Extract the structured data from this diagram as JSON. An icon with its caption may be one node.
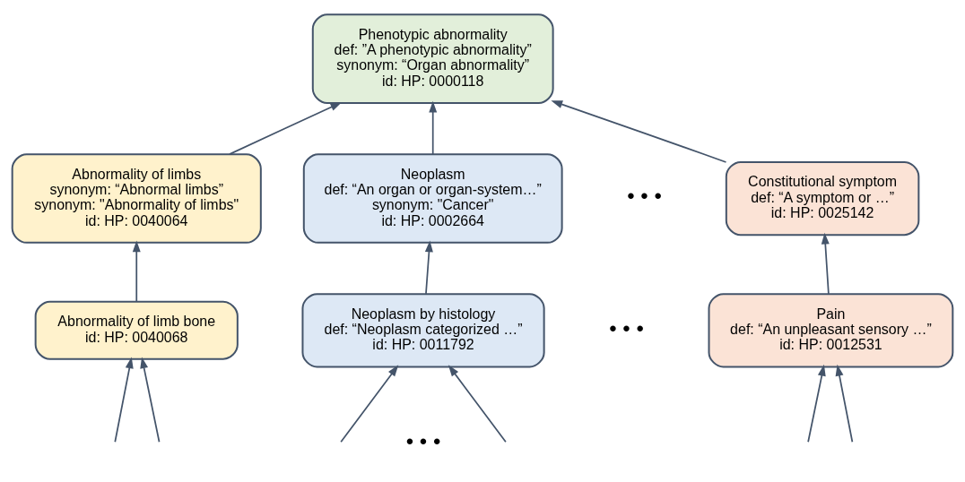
{
  "diagram": {
    "nodes": [
      {
        "text": [
          "Phenotypic abnormality",
          "def: ”A phenotypic abnormality”",
          "synonym: “Organ abnormality”",
          "id: HP: 0000118"
        ]
      },
      {
        "text": [
          "Abnormality of limbs",
          "synonym: “Abnormal limbs”",
          "synonym: \"Abnormality of limbs\"",
          "id: HP: 0040064"
        ]
      },
      {
        "text": [
          "Neoplasm",
          "def: “An organ or organ-system…”",
          "synonym: \"Cancer\"",
          "id: HP: 0002664"
        ]
      },
      {
        "text": [
          "Constitutional symptom",
          "def: “A symptom or …”",
          "id: HP: 0025142"
        ]
      },
      {
        "text": [
          "Abnormality of limb bone",
          "id: HP: 0040068"
        ]
      },
      {
        "text": [
          "Neoplasm by histology",
          "def: “Neoplasm categorized …”",
          "id: HP: 0011792"
        ]
      },
      {
        "text": [
          "Pain",
          "def: “An unpleasant sensory …”",
          "id: HP: 0012531"
        ]
      }
    ],
    "edges": [
      {
        "from": 1,
        "to": 0,
        "arrow": "to"
      },
      {
        "from": 2,
        "to": 0,
        "arrow": "to"
      },
      {
        "from": 3,
        "to": 0,
        "arrow": "to"
      },
      {
        "from": 4,
        "to": 1,
        "arrow": "to"
      },
      {
        "from": 5,
        "to": 2,
        "arrow": "to"
      },
      {
        "from": 6,
        "to": 3,
        "arrow": "to"
      },
      {
        "from": null,
        "to": 4,
        "arrow": "to"
      },
      {
        "from": null,
        "to": 4,
        "arrow": "to"
      },
      {
        "from": null,
        "to": 5,
        "arrow": "to"
      },
      {
        "from": null,
        "to": 5,
        "arrow": "to"
      },
      {
        "from": null,
        "to": 6,
        "arrow": "to"
      },
      {
        "from": null,
        "to": 6,
        "arrow": "to"
      }
    ],
    "labels": [
      "• • •",
      "• • •",
      "• • •"
    ]
  }
}
